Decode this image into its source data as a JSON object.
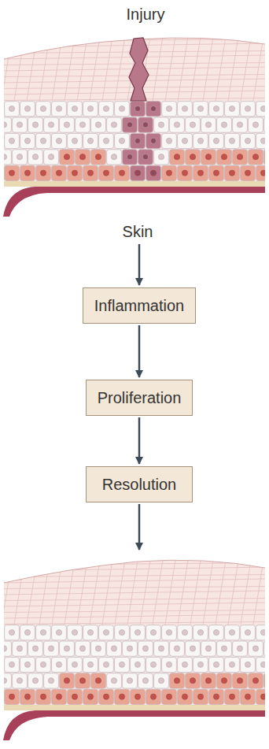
{
  "diagram": {
    "nodes": [
      {
        "text": [
          "Inflammation"
        ]
      },
      {
        "text": [
          "Proliferation"
        ]
      },
      {
        "text": [
          "Resolution"
        ]
      }
    ],
    "edges": [
      {
        "from": 0,
        "to": 1,
        "arrow": "to"
      },
      {
        "from": 1,
        "to": 2,
        "arrow": "to"
      }
    ],
    "labels": [
      "Injury",
      "Skin"
    ]
  }
}
